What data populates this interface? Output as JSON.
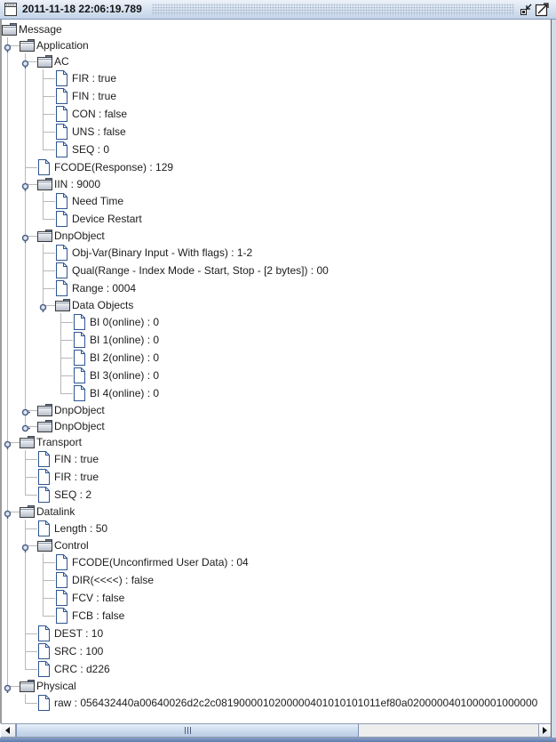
{
  "window": {
    "title": "2011-11-18 22:06:19.789",
    "icon": "window-icon",
    "buttons": [
      {
        "name": "iconify",
        "icon": "iconify-icon"
      },
      {
        "name": "maximize",
        "icon": "maximize-icon"
      }
    ]
  },
  "tree": {
    "root": {
      "label": "Message",
      "type": "folder",
      "expanded": true,
      "children": [
        {
          "label": "Application",
          "type": "folder",
          "expanded": true,
          "children": [
            {
              "label": "AC",
              "type": "folder",
              "expanded": true,
              "children": [
                {
                  "label": "FIR : true",
                  "type": "leaf"
                },
                {
                  "label": "FIN : true",
                  "type": "leaf"
                },
                {
                  "label": "CON : false",
                  "type": "leaf"
                },
                {
                  "label": "UNS : false",
                  "type": "leaf"
                },
                {
                  "label": "SEQ : 0",
                  "type": "leaf"
                }
              ]
            },
            {
              "label": "FCODE(Response) : 129",
              "type": "leaf"
            },
            {
              "label": "IIN : 9000",
              "type": "folder",
              "expanded": true,
              "children": [
                {
                  "label": "Need Time",
                  "type": "leaf"
                },
                {
                  "label": "Device Restart",
                  "type": "leaf"
                }
              ]
            },
            {
              "label": "DnpObject",
              "type": "folder",
              "expanded": true,
              "children": [
                {
                  "label": "Obj-Var(Binary Input - With flags) : 1-2",
                  "type": "leaf"
                },
                {
                  "label": "Qual(Range - Index Mode - Start, Stop - [2 bytes]) : 00",
                  "type": "leaf"
                },
                {
                  "label": "Range : 0004",
                  "type": "leaf"
                },
                {
                  "label": "Data Objects",
                  "type": "folder",
                  "expanded": true,
                  "children": [
                    {
                      "label": "BI 0(online) : 0",
                      "type": "leaf"
                    },
                    {
                      "label": "BI 1(online) : 0",
                      "type": "leaf"
                    },
                    {
                      "label": "BI 2(online) : 0",
                      "type": "leaf"
                    },
                    {
                      "label": "BI 3(online) : 0",
                      "type": "leaf"
                    },
                    {
                      "label": "BI 4(online) : 0",
                      "type": "leaf"
                    }
                  ]
                }
              ]
            },
            {
              "label": "DnpObject",
              "type": "folder",
              "expanded": false,
              "children": []
            },
            {
              "label": "DnpObject",
              "type": "folder",
              "expanded": false,
              "children": []
            }
          ]
        },
        {
          "label": "Transport",
          "type": "folder",
          "expanded": true,
          "children": [
            {
              "label": "FIN : true",
              "type": "leaf"
            },
            {
              "label": "FIR : true",
              "type": "leaf"
            },
            {
              "label": "SEQ : 2",
              "type": "leaf"
            }
          ]
        },
        {
          "label": "Datalink",
          "type": "folder",
          "expanded": true,
          "children": [
            {
              "label": "Length : 50",
              "type": "leaf"
            },
            {
              "label": "Control",
              "type": "folder",
              "expanded": true,
              "children": [
                {
                  "label": "FCODE(Unconfirmed User Data) : 04",
                  "type": "leaf"
                },
                {
                  "label": "DIR(<<<<) : false",
                  "type": "leaf"
                },
                {
                  "label": "FCV : false",
                  "type": "leaf"
                },
                {
                  "label": "FCB : false",
                  "type": "leaf"
                }
              ]
            },
            {
              "label": "DEST : 10",
              "type": "leaf"
            },
            {
              "label": "SRC : 100",
              "type": "leaf"
            },
            {
              "label": "CRC : d226",
              "type": "leaf"
            }
          ]
        },
        {
          "label": "Physical",
          "type": "folder",
          "expanded": true,
          "children": [
            {
              "label": "raw : 056432440a00640026d2c2c0819000010200000401010101011ef80a0200000401000001000000",
              "type": "leaf"
            }
          ]
        }
      ]
    }
  },
  "horizontal_scrollbar": {
    "value_fraction": 0,
    "visible_fraction": 0.656,
    "left_icon": "arrow-left-icon",
    "right_icon": "arrow-right-icon",
    "thumb_icon": "grip-icon"
  },
  "colors": {
    "tree_guide": "#b8b8b8",
    "file_icon_stroke": "#2f5590",
    "handle_stroke": "#4b5f87",
    "text": "#1c1c1c"
  }
}
